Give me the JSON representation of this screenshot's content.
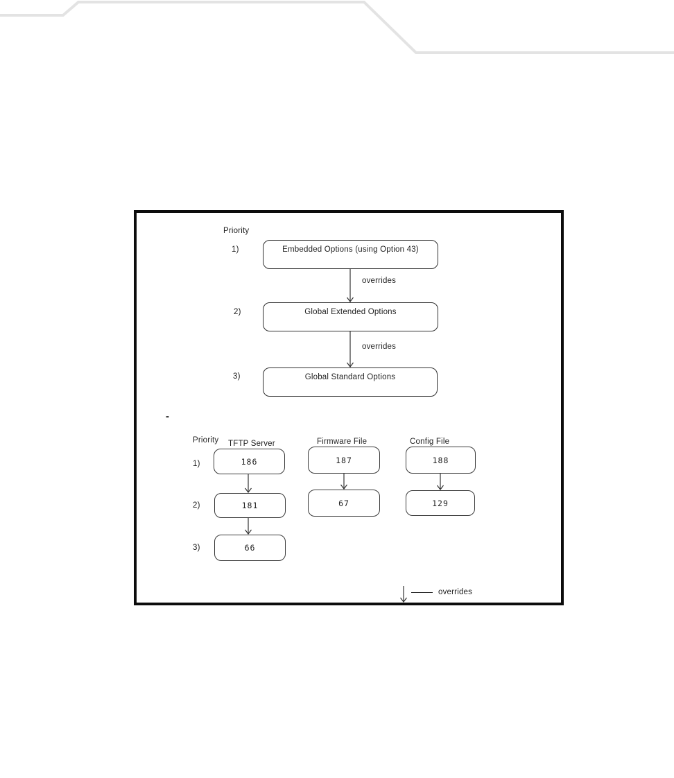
{
  "decoration": {
    "swoosh_color": "#e3e3e3"
  },
  "figure": {
    "frame_border_color": "#0c0c0c",
    "top_diagram": {
      "priority_label": "Priority",
      "rows": [
        {
          "num": "1)",
          "label": "Embedded Options (using Option 43)"
        },
        {
          "num": "2)",
          "label": "Global Extended Options"
        },
        {
          "num": "3)",
          "label": "Global Standard Options"
        }
      ],
      "arrow_labels": [
        "overrides",
        "overrides"
      ]
    },
    "bottom_diagram": {
      "dash": "-",
      "priority_label": "Priority",
      "row_numbers": [
        "1)",
        "2)",
        "3)"
      ],
      "columns": [
        {
          "header": "TFTP Server",
          "values": [
            "186",
            "181",
            "66"
          ]
        },
        {
          "header": "Firmware File",
          "values": [
            "187",
            "67"
          ]
        },
        {
          "header": "Config File",
          "values": [
            "188",
            "129"
          ]
        }
      ]
    },
    "legend": {
      "arrow_label": "overrides"
    }
  }
}
